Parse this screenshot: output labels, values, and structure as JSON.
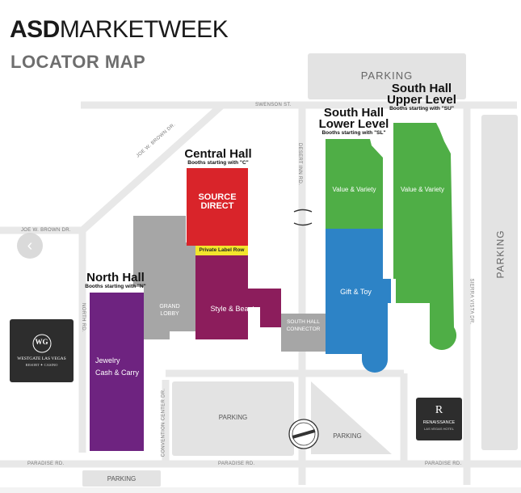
{
  "brand": {
    "bold": "ASD",
    "light": "MARKETWEEK"
  },
  "title": "LOCATOR MAP",
  "halls": {
    "central": {
      "name": "Central Hall",
      "booths": "Booths starting with \"C\""
    },
    "north": {
      "name": "North Hall",
      "booths": "Booths starting with \"N\""
    },
    "south_lower": {
      "name_line1": "South Hall",
      "name_line2": "Lower Level",
      "booths": "Booths starting with \"SL\""
    },
    "south_upper": {
      "name_line1": "South Hall",
      "name_line2": "Upper Level",
      "booths": "Booths starting with \"SU\""
    }
  },
  "areas": {
    "source_direct_1": "SOURCE",
    "source_direct_2": "DIRECT",
    "private_label": "Private Label Row",
    "style_beauty": "Style & Beauty",
    "grand_lobby_1": "GRAND",
    "grand_lobby_2": "LOBBY",
    "jewelry": "Jewelry",
    "cash_carry": "Cash & Carry",
    "value_variety_lower": "Value & Variety",
    "value_variety_upper": "Value & Variety",
    "gift_toy": "Gift & Toy",
    "connector_1": "SOUTH HALL",
    "connector_2": "CONNECTOR"
  },
  "parking": {
    "top": "PARKING",
    "right": "PARKING",
    "center": "PARKING",
    "lower_right": "PARKING",
    "bottom": "PARKING"
  },
  "roads": {
    "swenson": "SWENSON ST.",
    "joe_w_brown_diag": "JOE W. BROWN DR.",
    "joe_w_brown": "JOE W. BROWN DR.",
    "desert_inn": "DESERT INN RD.",
    "north_rd": "NORTH RD.",
    "convention_center": "CONVENTION CENTER DR.",
    "sierra_vista": "SIERRA VISTA DR.",
    "paradise_1": "PARADISE RD.",
    "paradise_2": "PARADISE RD.",
    "paradise_3": "PARADISE RD."
  },
  "landmarks": {
    "westgate_logo": "WG",
    "westgate_1": "WESTGATE LAS VEGAS",
    "westgate_2": "RESORT ✦ CASINO",
    "renaissance_logo": "R",
    "renaissance_1": "RENAISSANCE",
    "renaissance_2": "LAS VEGAS HOTEL"
  },
  "colors": {
    "central_red": "#d9242a",
    "style_beauty": "#8c1d5c",
    "private_label_yellow": "#f2e52c",
    "north_purple": "#6e2380",
    "south_green": "#4fae46",
    "gift_toy_blue": "#2d83c6",
    "lobby_gray": "#a6a6a6",
    "parking_gray": "#e3e3e3",
    "road_gray": "#eaeaea"
  },
  "nav": {
    "prev": "‹"
  }
}
